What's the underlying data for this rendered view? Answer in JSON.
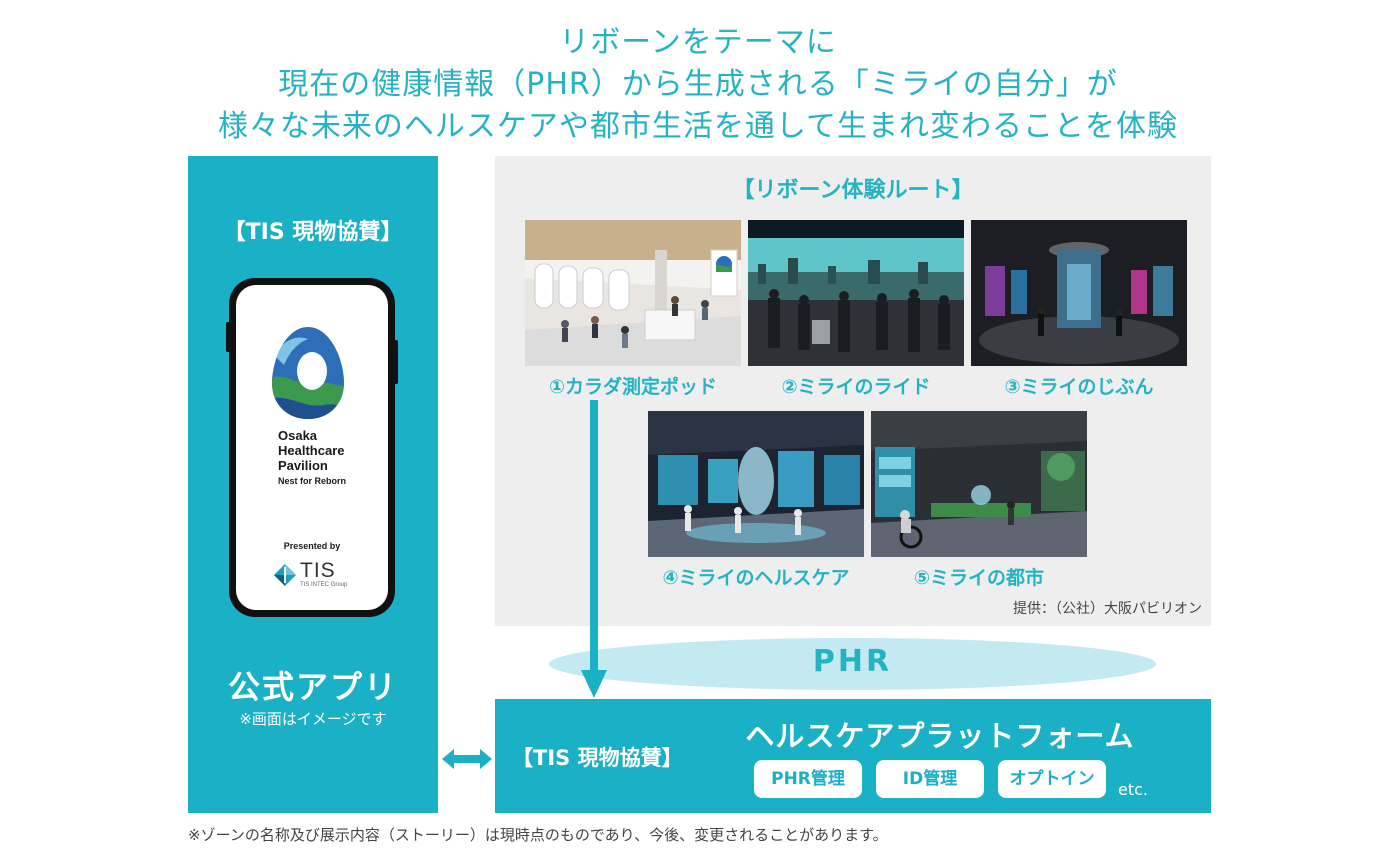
{
  "headline": {
    "line1": "リボーンをテーマに",
    "line2": "現在の健康情報（PHR）から生成される「ミライの自分」が",
    "line3": "様々な未来のヘルスケアや都市生活を通して生まれ変わることを体験"
  },
  "left": {
    "sponsor_label": "【TIS 現物協賛】",
    "app": {
      "name_line1": "Osaka",
      "name_line2": "Healthcare",
      "name_line3": "Pavilion",
      "tagline": "Nest for Reborn",
      "presented_by": "Presented by",
      "brand": "TIS",
      "brand_group": "TIS INTEC Group"
    },
    "app_label": "公式アプリ",
    "app_note": "※画面はイメージです"
  },
  "route": {
    "title": "【リボーン体験ルート】",
    "zones": [
      {
        "label": "①カラダ測定ポッド"
      },
      {
        "label": "②ミライのライド"
      },
      {
        "label": "③ミライのじぶん"
      },
      {
        "label": "④ミライのヘルスケア"
      },
      {
        "label": "⑤ミライの都市"
      }
    ],
    "credit": "提供：（公社）大阪パビリオン"
  },
  "phr": {
    "label": "PHR"
  },
  "platform": {
    "sponsor_label": "【TIS 現物協賛】",
    "title": "ヘルスケアプラットフォーム",
    "chips": [
      "PHR管理",
      "ID管理",
      "オプトイン"
    ],
    "etc": "etc."
  },
  "footnote": "※ゾーンの名称及び展示内容（ストーリー）は現時点のものであり、今後、変更されることがあります。",
  "colors": {
    "accent": "#1ab0c5",
    "headline": "#25b3c4",
    "panel_gray": "#eeeeee",
    "phr_ellipse": "#c3e9f1"
  }
}
